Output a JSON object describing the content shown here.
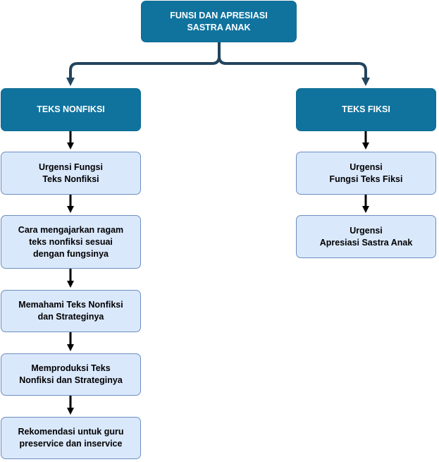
{
  "colors": {
    "header_fill": "#10739e",
    "header_text": "#ffffff",
    "box_fill": "#dae8fc",
    "box_border": "#6c8ebf",
    "root_connector": "#23445d",
    "arrow": "#000000"
  },
  "root": {
    "label": "FUNSI DAN  APRESIASI\nSASTRA ANAK"
  },
  "left_branch": {
    "header": "TEKS NONFIKSI",
    "items": [
      "Urgensi Fungsi\nTeks Nonfiksi",
      "Cara mengajarkan ragam\nteks nonfiksi sesuai\ndengan fungsinya",
      "Memahami Teks Nonfiksi\ndan Strateginya",
      "Memproduksi Teks\nNonfiksi dan Strateginya",
      "Rekomendasi untuk guru\npreservice dan inservice"
    ]
  },
  "right_branch": {
    "header": "TEKS FIKSI",
    "items": [
      "Urgensi\nFungsi Teks Fiksi",
      "Urgensi\nApresiasi Sastra Anak"
    ]
  }
}
